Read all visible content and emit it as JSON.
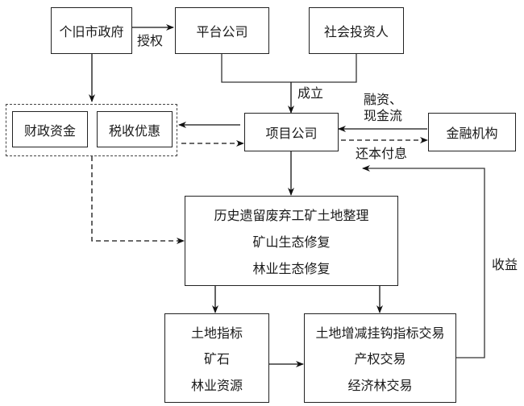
{
  "nodes": {
    "gejiu_gov": "个旧市政府",
    "platform_company": "平台公司",
    "social_investor": "社会投资人",
    "fiscal_funds": "财政资金",
    "tax_incentives": "税收优惠",
    "project_company": "项目公司",
    "financial_institution": "金融机构",
    "restoration": [
      "历史遗留废弃工矿土地整理",
      "矿山生态修复",
      "林业生态修复"
    ],
    "resources": [
      "土地指标",
      "矿石",
      "林业资源"
    ],
    "trading": [
      "土地增减挂钩指标交易",
      "产权交易",
      "经济林交易"
    ]
  },
  "edge_labels": {
    "authorize": "授权",
    "establish": "成立",
    "financing_line1": "融资、",
    "financing_line2": "现金流",
    "repay": "还本付息",
    "revenue": "收益"
  }
}
